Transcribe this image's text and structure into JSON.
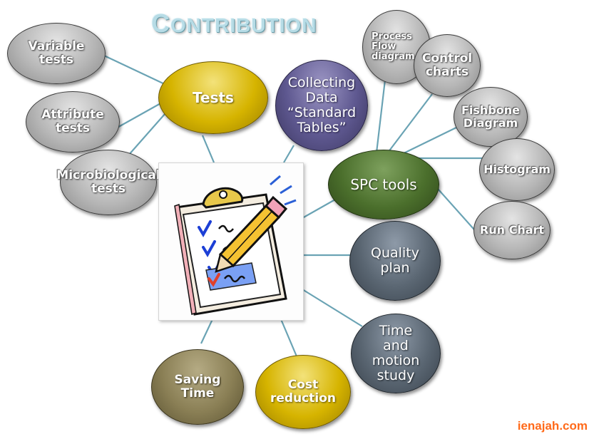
{
  "title": {
    "first": "C",
    "rest": "ONTRIBUTION"
  },
  "nodes": {
    "variable_tests": "Variable\ntests",
    "attribute_tests": "Attribute\ntests",
    "micro_tests": "Microbiological\ntests",
    "tests": "Tests",
    "collecting_data": "Collecting\nData\n“Standard\nTables”",
    "process_flow": "Process\nFlow\ndiagram",
    "control_charts": "Control\ncharts",
    "fishbone": "Fishbone\nDiagram",
    "histogram": "Histogram",
    "run_chart": "Run Chart",
    "spc_tools": "SPC tools",
    "quality_plan": "Quality\nplan",
    "time_motion": "Time\nand\nmotion\nstudy",
    "saving_time": "Saving\nTime",
    "cost_reduction": "Cost\nreduction"
  },
  "watermark": "ienajah.com",
  "colors": {
    "connector": "#6aa3b4",
    "gray": "#b6b6b6",
    "gold": "#d6b400",
    "purple": "#5e5890",
    "green": "#4b6f2c",
    "slate": "#5a6672",
    "olive": "#8a7f55",
    "watermark": "#ff6a1a"
  }
}
